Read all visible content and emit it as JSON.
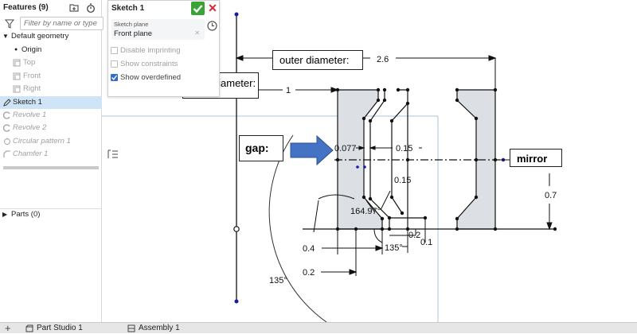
{
  "features": {
    "title": "Features (9)",
    "filter_placeholder": "Filter by name or type",
    "default_geometry": "Default geometry",
    "items": [
      {
        "label": "Origin"
      },
      {
        "label": "Top"
      },
      {
        "label": "Front"
      },
      {
        "label": "Right"
      },
      {
        "label": "Sketch 1"
      },
      {
        "label": "Revolve 1"
      },
      {
        "label": "Revolve 2"
      },
      {
        "label": "Circular pattern 1"
      },
      {
        "label": "Chamfer 1"
      }
    ],
    "parts_label": "Parts (0)"
  },
  "sketch_dialog": {
    "title": "Sketch 1",
    "plane_label": "Sketch plane",
    "plane_value": "Front plane",
    "options": [
      {
        "label": "Disable imprinting",
        "checked": false
      },
      {
        "label": "Show constraints",
        "checked": false
      },
      {
        "label": "Show overdefined",
        "checked": true
      }
    ]
  },
  "tabs": [
    {
      "label": "Part Studio 1"
    },
    {
      "label": "Assembly 1"
    }
  ],
  "callouts": {
    "outer": "outer diameter:",
    "inter": "inter diameter:",
    "gap": "gap:",
    "mirror": "mirror"
  },
  "dimensions": {
    "d_2_6": "2.6",
    "d_1": "1",
    "d_0_077": "0.077",
    "d_0_15a": "0.15",
    "d_0_15b": "0.15",
    "d_0_7": "0.7",
    "d_164": "164.97°",
    "d_0_2a": "0.2",
    "d_0_1": "0.1",
    "d_0_4": "0.4",
    "d_135a": "135°",
    "d_0_2b": "0.2",
    "d_135b": "135°"
  },
  "colors": {
    "accent_blue": "#4472c4",
    "ok_green": "#3aa335",
    "close_red": "#d9262c",
    "region_fill": "#dcdfe3",
    "selected_row": "#cfe4f6"
  }
}
